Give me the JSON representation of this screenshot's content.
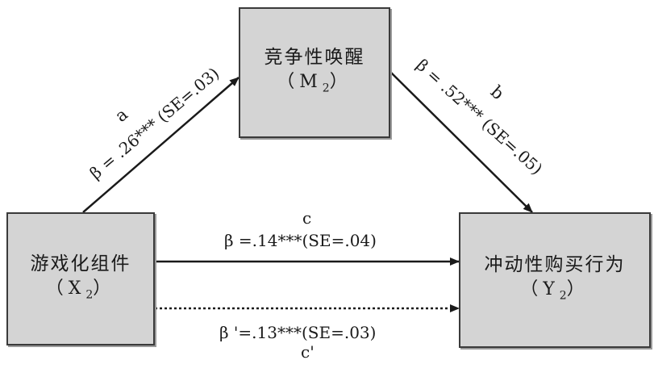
{
  "nodes": {
    "mediator": {
      "name": "竞争性唤醒",
      "code": "M",
      "sub": "2"
    },
    "independent": {
      "name": "游戏化组件",
      "code": "X",
      "sub": "2"
    },
    "dependent": {
      "name": "冲动性购买行为",
      "code": "Y",
      "sub": "2"
    }
  },
  "paths": {
    "a": {
      "letter": "a",
      "coef": "β = .26*** (SE=.03)"
    },
    "b": {
      "letter": "b",
      "coef": "β = .52*** (SE=.05)"
    },
    "c": {
      "letter": "c",
      "coef": "β =.14***(SE=.04)"
    },
    "c_prime": {
      "letter": "c'",
      "coef": "β '=.13***(SE=.03)"
    }
  },
  "colors": {
    "box_fill": "#d4d4d4",
    "border": "#3a3a3a",
    "text": "#1a1a1a"
  }
}
